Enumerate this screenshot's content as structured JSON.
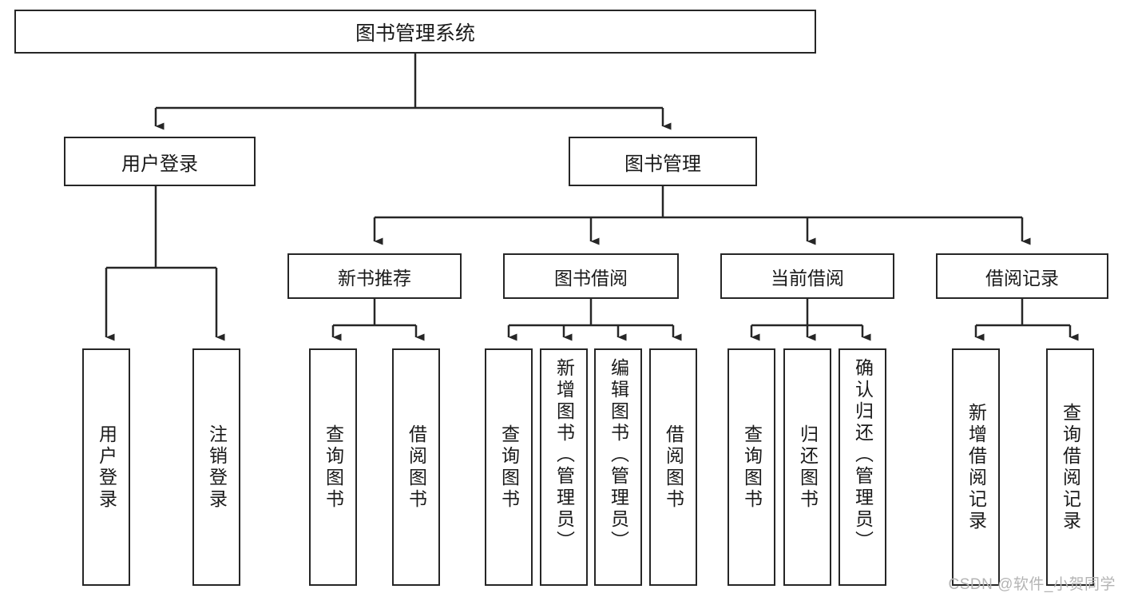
{
  "diagram": {
    "title": "图书管理系统",
    "watermark": "CSDN @软件_小贺同学",
    "colors": {
      "background": "#ffffff",
      "border": "#262626",
      "text": "#1a1a1a",
      "watermark": "#b4b4b4"
    },
    "root": {
      "label": "图书管理系统"
    },
    "level2": [
      {
        "label": "用户登录"
      },
      {
        "label": "图书管理"
      }
    ],
    "level3": [
      {
        "label": "新书推荐"
      },
      {
        "label": "图书借阅"
      },
      {
        "label": "当前借阅"
      },
      {
        "label": "借阅记录"
      }
    ],
    "leaves": {
      "user_login": [
        {
          "label": "用户登录"
        },
        {
          "label": "注销登录"
        }
      ],
      "new_book_recommend": [
        {
          "label": "查询图书"
        },
        {
          "label": "借阅图书"
        }
      ],
      "book_borrow": [
        {
          "label": "查询图书"
        },
        {
          "label": "新增图书（管理员）"
        },
        {
          "label": "编辑图书（管理员）"
        },
        {
          "label": "借阅图书"
        }
      ],
      "current_borrow": [
        {
          "label": "查询图书"
        },
        {
          "label": "归还图书"
        },
        {
          "label": "确认归还（管理员）"
        }
      ],
      "borrow_record": [
        {
          "label": "新增借阅记录"
        },
        {
          "label": "查询借阅记录"
        }
      ]
    }
  }
}
